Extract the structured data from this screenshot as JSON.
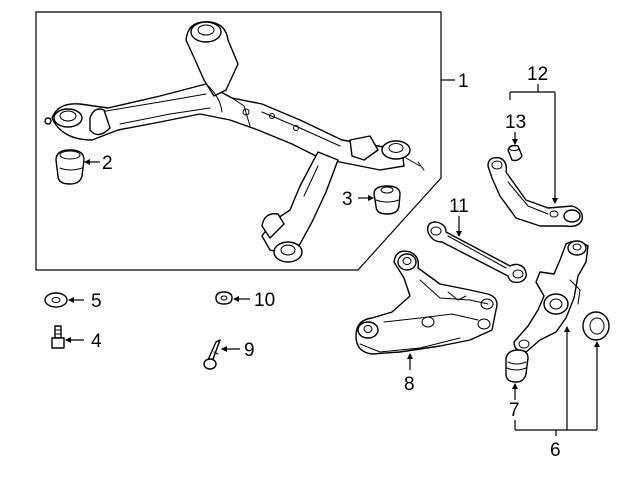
{
  "callouts": {
    "c1": "1",
    "c2": "2",
    "c3": "3",
    "c4": "4",
    "c5": "5",
    "c6": "6",
    "c7": "7",
    "c8": "8",
    "c9": "9",
    "c10": "10",
    "c11": "11",
    "c12": "12",
    "c13": "13"
  },
  "parts": [
    "crossmember-subframe",
    "subframe-bushing",
    "subframe-mount",
    "bolt",
    "washer",
    "knuckle-assembly",
    "knuckle-bushing",
    "lower-control-arm",
    "adjuster-bolt",
    "nut",
    "trailing-link",
    "upper-control-arm",
    "upper-arm-bushing"
  ]
}
